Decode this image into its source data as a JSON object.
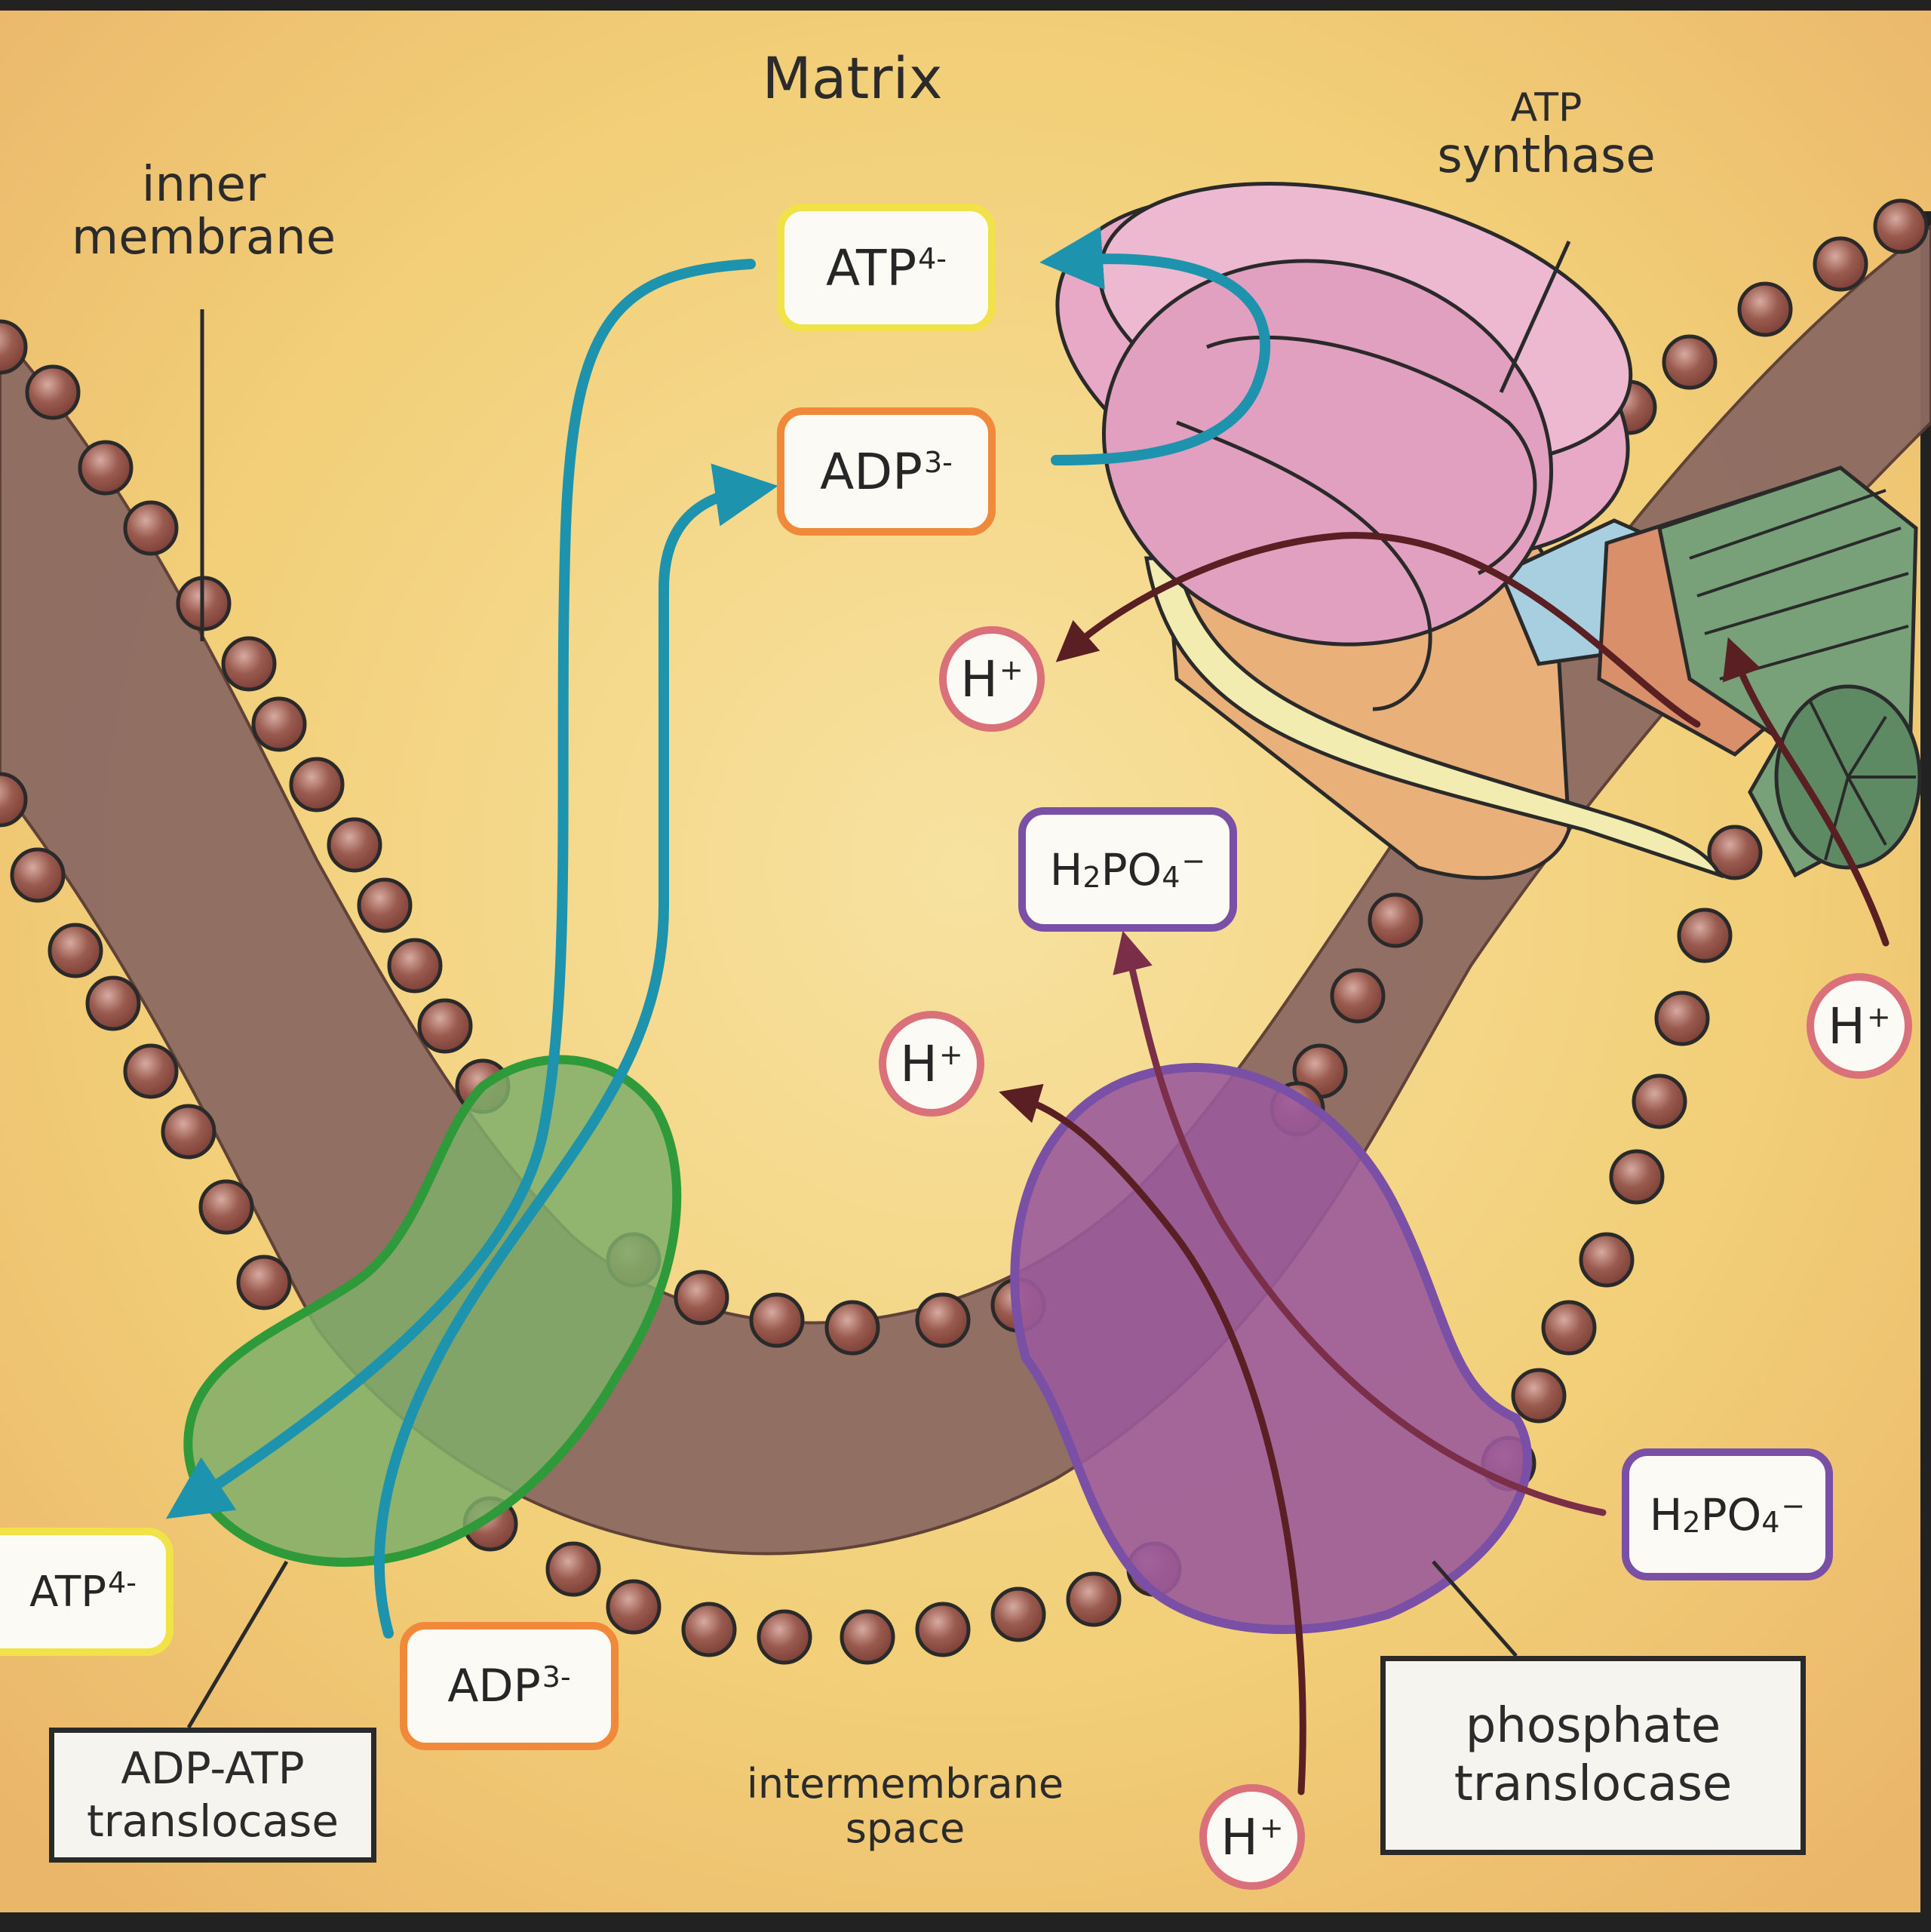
{
  "title": "Matrix",
  "colors": {
    "background": "#f3d98a",
    "membrane_body": "#8c6a62",
    "lipid_head": "#9a5a4e",
    "adp_atp_translocase": "#7fae6a",
    "translocase_outline": "#2f9a3a",
    "phosphate_translocase": "#9b5a9a",
    "phosphate_outline": "#7a4fa6",
    "atp_synthase_head": "#e6a6c4",
    "arrow_teal": "#1e93ad",
    "arrow_maroon": "#5a1f22",
    "atp_border": "#f2e24a",
    "adp_border": "#f08a3a",
    "phosphate_border": "#7a4fa6",
    "proton_border": "#d9707a"
  },
  "labels": {
    "matrix": "Matrix",
    "inner_membrane": [
      "inner",
      "membrane"
    ],
    "atp_synthase": [
      "ATP",
      "synthase"
    ],
    "intermembrane_space": [
      "intermembrane",
      "space"
    ],
    "adp_atp_translocase": [
      "ADP-ATP",
      "translocase"
    ],
    "phosphate_translocase": [
      "phosphate",
      "translocase"
    ]
  },
  "molecules": {
    "atp_matrix": {
      "base": "ATP",
      "charge": "4-"
    },
    "adp_matrix": {
      "base": "ADP",
      "charge": "3-"
    },
    "atp_ims": {
      "base": "ATP",
      "charge": "4-"
    },
    "adp_ims": {
      "base": "ADP",
      "charge": "3-"
    },
    "phosphate_matrix": {
      "h": "H",
      "sub2": "2",
      "po": "PO",
      "sub4": "4",
      "charge": "−"
    },
    "phosphate_ims": {
      "h": "H",
      "sub2": "2",
      "po": "PO",
      "sub4": "4",
      "charge": "−"
    },
    "proton": {
      "base": "H",
      "charge": "+"
    }
  }
}
